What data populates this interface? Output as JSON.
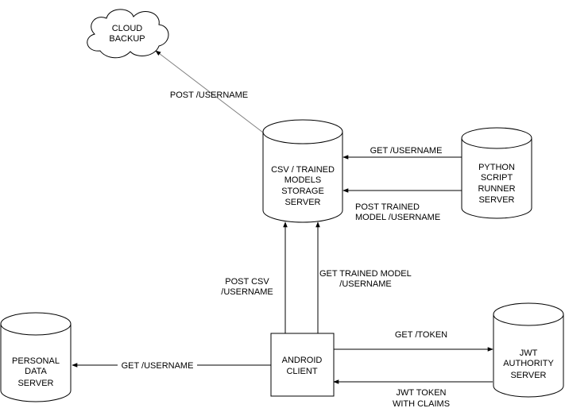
{
  "colors": {
    "stroke": "#000000",
    "fill": "#ffffff",
    "faded_stroke": "#808080"
  },
  "nodes": {
    "cloud": {
      "line1": "CLOUD",
      "line2": "BACKUP"
    },
    "storage": {
      "line1": "CSV / TRAINED",
      "line2": "MODELS",
      "line3": "STORAGE",
      "line4": "SERVER"
    },
    "python": {
      "line1": "PYTHON",
      "line2": "SCRIPT",
      "line3": "RUNNER",
      "line4": "SERVER"
    },
    "personal": {
      "line1": "PERSONAL",
      "line2": "DATA",
      "line3": "SERVER"
    },
    "android": {
      "line1": "ANDROID",
      "line2": "CLIENT"
    },
    "jwt": {
      "line1": "JWT",
      "line2": "AUTHORITY",
      "line3": "SERVER"
    }
  },
  "edges": {
    "storage_to_cloud": "POST /USERNAME",
    "python_get": "GET /USERNAME",
    "python_post": {
      "line1": "POST TRAINED",
      "line2": "MODEL  /USERNAME"
    },
    "android_post_csv": {
      "line1": "POST CSV",
      "line2": "/USERNAME"
    },
    "android_get_model": {
      "line1": "GET TRAINED MODEL",
      "line2": "/USERNAME"
    },
    "android_to_personal": "GET /USERNAME",
    "android_to_jwt": "GET /TOKEN",
    "jwt_to_android": {
      "line1": "JWT TOKEN",
      "line2": "WITH CLAIMS"
    }
  }
}
